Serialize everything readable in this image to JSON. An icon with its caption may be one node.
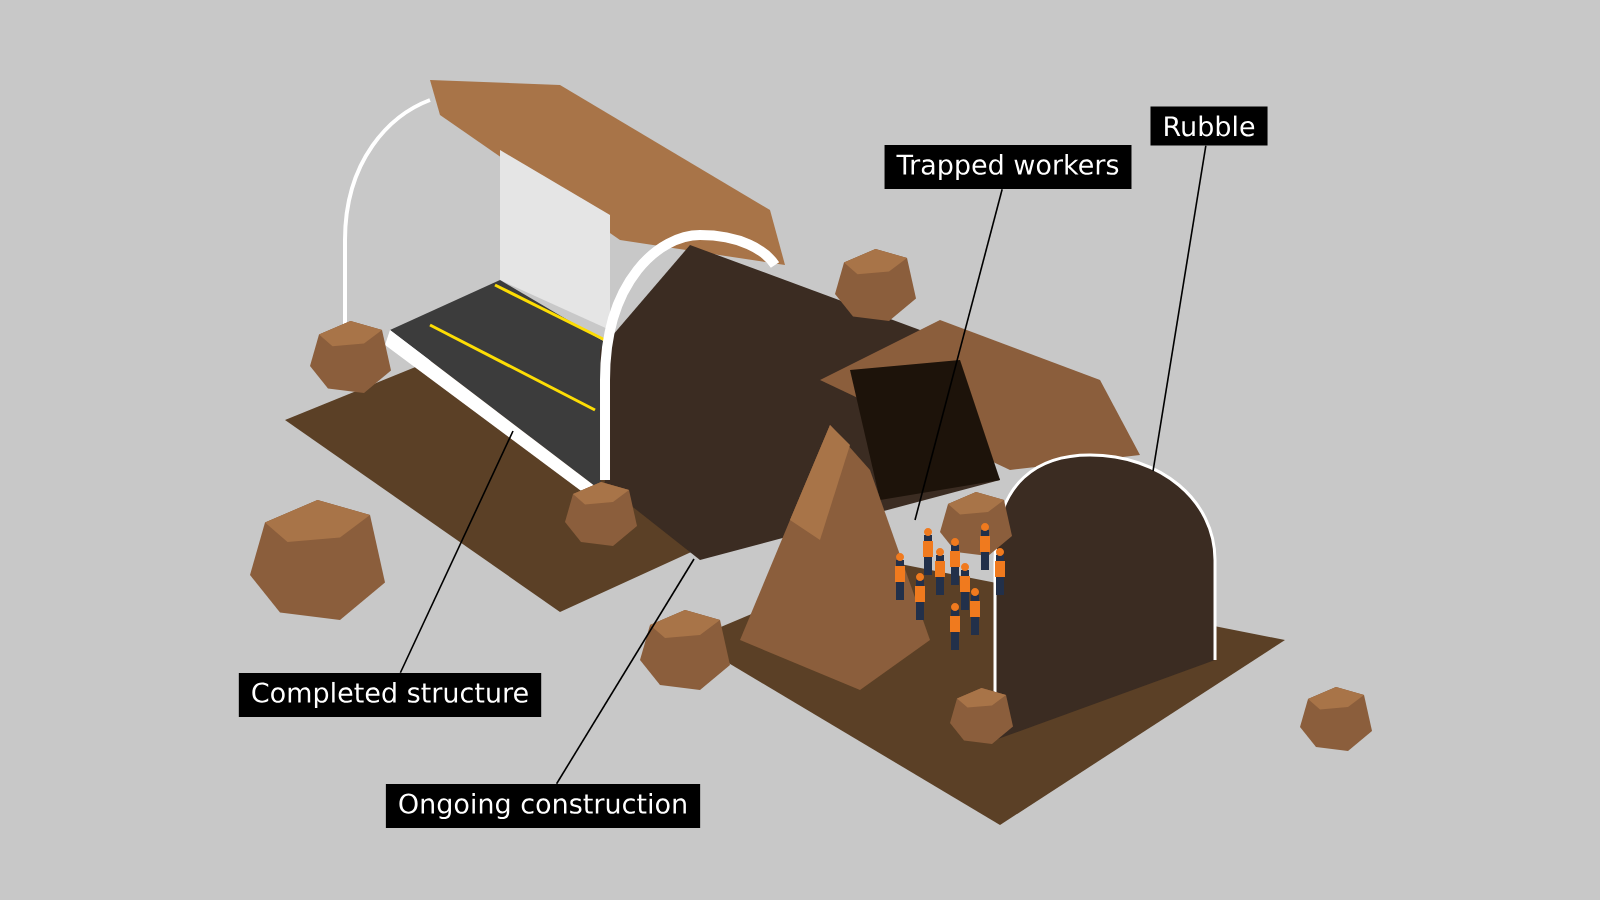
{
  "diagram": {
    "nodes": [
      {
        "text": [
          "Rubble"
        ]
      },
      {
        "text": [
          "Trapped workers"
        ]
      },
      {
        "text": [
          "Completed structure"
        ]
      },
      {
        "text": [
          "Ongoing construction"
        ]
      }
    ],
    "edges": [
      {
        "from": 0,
        "to": null,
        "arrow": "none"
      },
      {
        "from": 1,
        "to": null,
        "arrow": "none"
      },
      {
        "from": 2,
        "to": null,
        "arrow": "none"
      },
      {
        "from": 3,
        "to": null,
        "arrow": "none"
      }
    ]
  }
}
